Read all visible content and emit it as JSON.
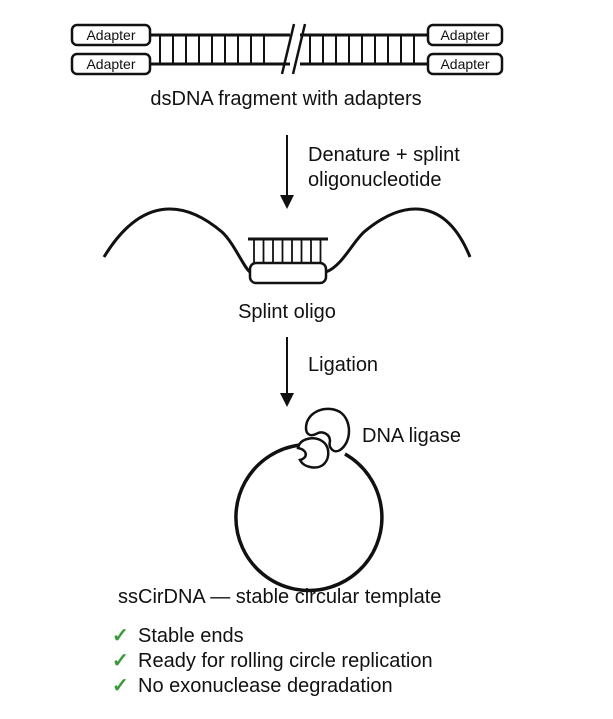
{
  "adapters": {
    "top_left": "Adapter",
    "top_right": "Adapter",
    "bottom_left": "Adapter",
    "bottom_right": "Adapter"
  },
  "steps": {
    "fragment_caption": "dsDNA fragment with adapters",
    "step1_line1": "Denature + splint",
    "step1_line2": "oligonucleotide",
    "splint_caption": "Splint oligo",
    "step2": "Ligation",
    "ligase_label": "DNA ligase",
    "circle_caption": "ssCirDNA — stable circular template"
  },
  "benefits": [
    "Stable ends",
    "Ready for rolling circle replication",
    "No exonuclease degradation"
  ],
  "colors": {
    "stroke": "#111111",
    "check": "#3a9a3a"
  }
}
